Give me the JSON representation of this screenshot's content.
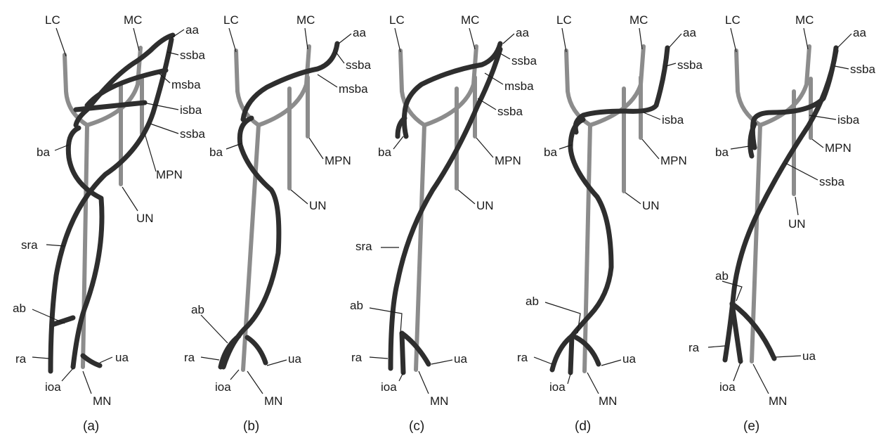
{
  "panels": [
    {
      "caption": "(a)",
      "labels": {
        "lc": "LC",
        "mc": "MC",
        "aa": "aa",
        "ssba_top": "ssba",
        "msba": "msba",
        "isba": "isba",
        "ssba_mid": "ssba",
        "mpn": "MPN",
        "ba": "ba",
        "un": "UN",
        "sra": "sra",
        "ab": "ab",
        "ra": "ra",
        "ua": "ua",
        "ioa": "ioa",
        "mn": "MN"
      }
    },
    {
      "caption": "(b)",
      "labels": {
        "lc": "LC",
        "mc": "MC",
        "aa": "aa",
        "ssba": "ssba",
        "msba": "msba",
        "ba": "ba",
        "mpn": "MPN",
        "un": "UN",
        "ab": "ab",
        "ra": "ra",
        "ua": "ua",
        "ioa": "ioa",
        "mn": "MN"
      }
    },
    {
      "caption": "(c)",
      "labels": {
        "lc": "LC",
        "mc": "MC",
        "aa": "aa",
        "ssba_top": "ssba",
        "msba": "msba",
        "ssba_mid": "ssba",
        "ba": "ba",
        "mpn": "MPN",
        "un": "UN",
        "sra": "sra",
        "ab": "ab",
        "ra": "ra",
        "ua": "ua",
        "ioa": "ioa",
        "mn": "MN"
      }
    },
    {
      "caption": "(d)",
      "labels": {
        "lc": "LC",
        "mc": "MC",
        "aa": "aa",
        "ssba": "ssba",
        "isba": "isba",
        "ba": "ba",
        "mpn": "MPN",
        "un": "UN",
        "ab": "ab",
        "ra": "ra",
        "ua": "ua",
        "ioa": "ioa",
        "mn": "MN"
      }
    },
    {
      "caption": "(e)",
      "labels": {
        "lc": "LC",
        "mc": "MC",
        "aa": "aa",
        "ssba_top": "ssba",
        "isba": "isba",
        "ba": "ba",
        "mpn": "MPN",
        "ssba_low": "ssba",
        "un": "UN",
        "ab": "ab",
        "ra": "ra",
        "ua": "ua",
        "ioa": "ioa",
        "mn": "MN"
      }
    }
  ],
  "colors": {
    "nerve": "#8c8c8c",
    "artery": "#2e2e2e",
    "text": "#1a1a1a",
    "background": "#ffffff"
  }
}
